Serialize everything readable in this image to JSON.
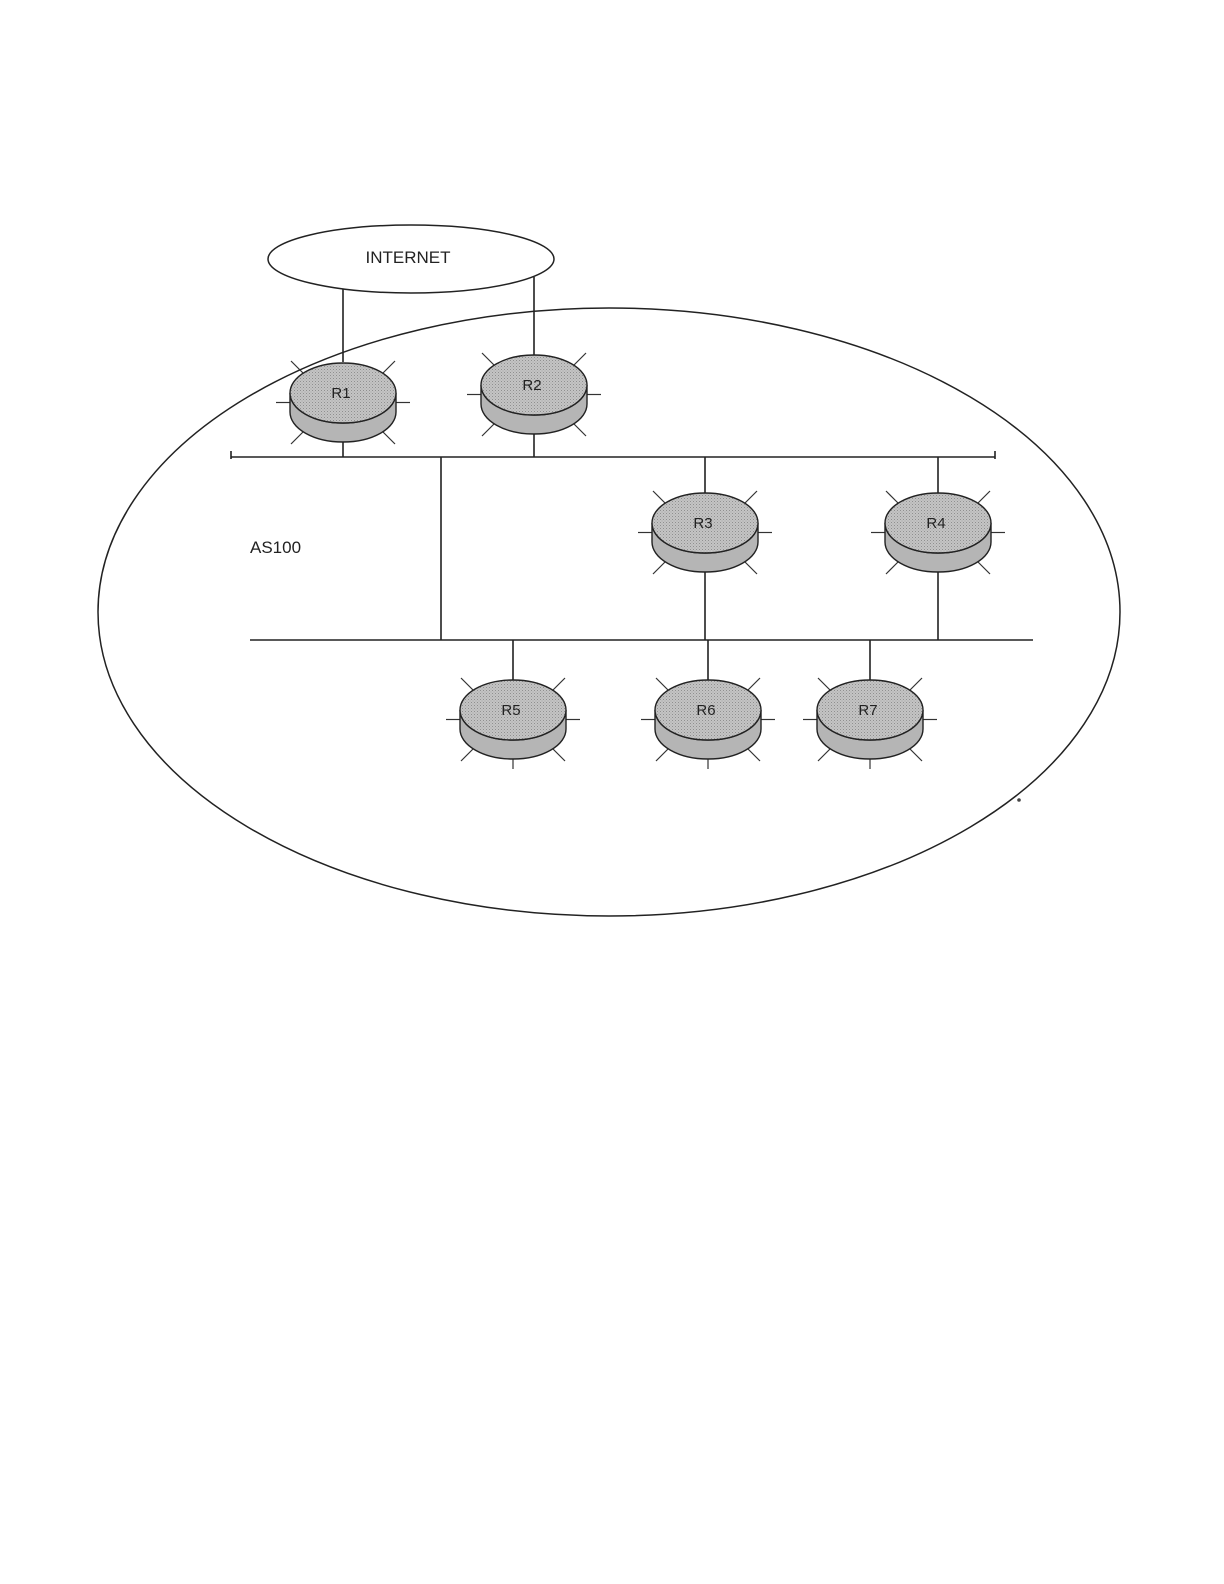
{
  "diagram": {
    "internet_label": "INTERNET",
    "as_label": "AS100",
    "routers": {
      "r1": "R1",
      "r2": "R2",
      "r3": "R3",
      "r4": "R4",
      "r5": "R5",
      "r6": "R6",
      "r7": "R7"
    },
    "colors": {
      "router_fill": "#b5b5b5",
      "line": "#222222",
      "background": "#ffffff"
    }
  }
}
